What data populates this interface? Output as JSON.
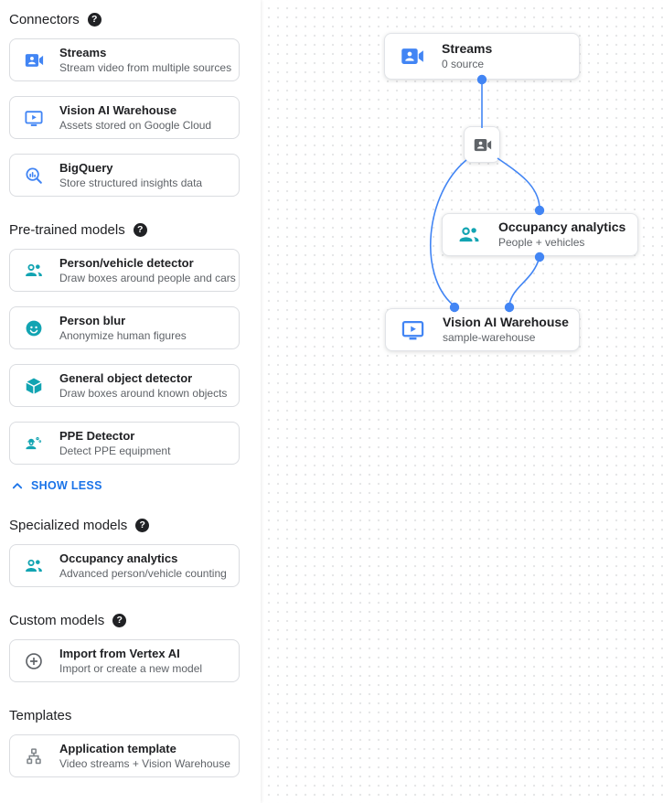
{
  "colors": {
    "icon_blue": "#4285f4",
    "icon_teal": "#12a4b2",
    "icon_gray": "#5f6368",
    "edge_blue": "#4285f4",
    "link_blue": "#1a73e8"
  },
  "sidebar": {
    "show_less_label": "SHOW LESS",
    "sections": [
      {
        "title": "Connectors",
        "has_help": true,
        "cards": [
          {
            "icon": "video-camera-icon",
            "title": "Streams",
            "subtitle": "Stream video from multiple sources"
          },
          {
            "icon": "smart-display-icon",
            "title": "Vision AI Warehouse",
            "subtitle": "Assets stored on Google Cloud"
          },
          {
            "icon": "bigquery-icon",
            "title": "BigQuery",
            "subtitle": "Store structured insights data"
          }
        ]
      },
      {
        "title": "Pre-trained models",
        "has_help": true,
        "cards": [
          {
            "icon": "people-icon",
            "title": "Person/vehicle detector",
            "subtitle": "Draw boxes around people and cars"
          },
          {
            "icon": "face-icon",
            "title": "Person blur",
            "subtitle": "Anonymize human figures"
          },
          {
            "icon": "cube-icon",
            "title": "General object detector",
            "subtitle": "Draw boxes around known objects"
          },
          {
            "icon": "ppe-icon",
            "title": "PPE Detector",
            "subtitle": "Detect PPE equipment"
          }
        ]
      },
      {
        "title": "Specialized models",
        "has_help": true,
        "cards": [
          {
            "icon": "people-icon",
            "title": "Occupancy analytics",
            "subtitle": "Advanced person/vehicle counting"
          }
        ]
      },
      {
        "title": "Custom models",
        "has_help": true,
        "cards": [
          {
            "icon": "plus-circle-icon",
            "title": "Import from Vertex AI",
            "subtitle": "Import or create a new model"
          }
        ]
      },
      {
        "title": "Templates",
        "has_help": false,
        "cards": [
          {
            "icon": "tree-icon",
            "title": "Application template",
            "subtitle": "Video streams + Vision Warehouse"
          }
        ]
      }
    ]
  },
  "canvas": {
    "nodes": {
      "streams": {
        "title": "Streams",
        "subtitle": "0 source"
      },
      "occupancy": {
        "title": "Occupancy analytics",
        "subtitle": "People + vehicles"
      },
      "warehouse": {
        "title": "Vision AI Warehouse",
        "subtitle": "sample-warehouse"
      }
    }
  }
}
